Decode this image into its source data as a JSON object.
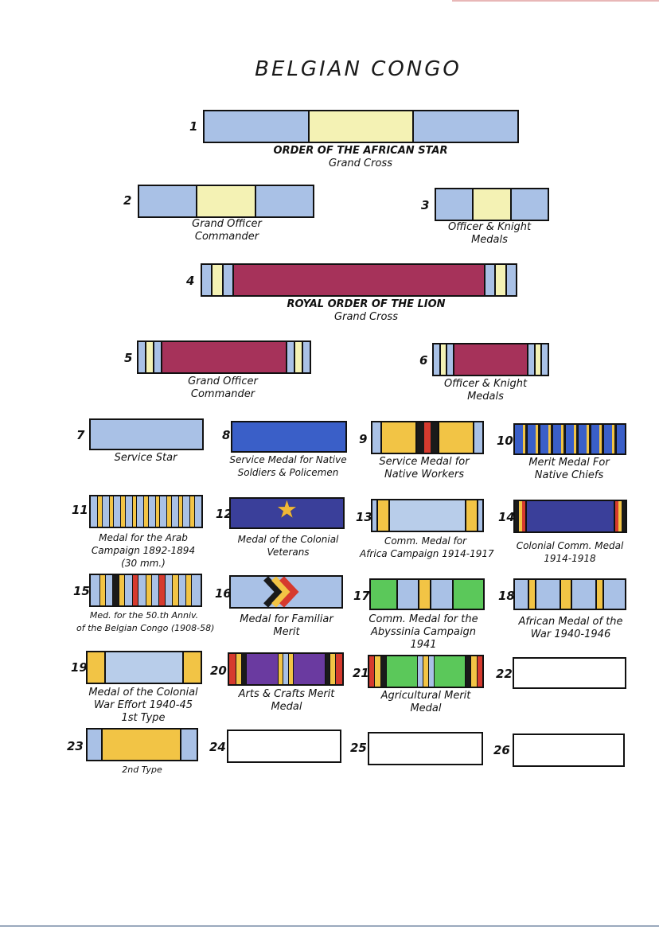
{
  "title": "BELGIAN CONGO",
  "ribbons": [
    {
      "num": "1",
      "caption": [
        "ORDER OF THE AFRICAN STAR",
        "Grand Cross"
      ]
    },
    {
      "num": "2",
      "caption": [
        "Grand Officer",
        "Commander"
      ]
    },
    {
      "num": "3",
      "caption": [
        "Officer & Knight",
        "Medals"
      ]
    },
    {
      "num": "4",
      "caption": [
        "ROYAL ORDER OF THE LION",
        "Grand Cross"
      ]
    },
    {
      "num": "5",
      "caption": [
        "Grand Officer",
        "Commander"
      ]
    },
    {
      "num": "6",
      "caption": [
        "Officer & Knight",
        "Medals"
      ]
    },
    {
      "num": "7",
      "caption": [
        "Service Star"
      ]
    },
    {
      "num": "8",
      "caption": [
        "Service Medal for Native",
        "Soldiers & Policemen"
      ]
    },
    {
      "num": "9",
      "caption": [
        "Service Medal for",
        "Native Workers"
      ]
    },
    {
      "num": "10",
      "caption": [
        "Merit Medal For",
        "Native Chiefs"
      ]
    },
    {
      "num": "11",
      "caption": [
        "Medal for the Arab",
        "Campaign 1892-1894",
        "(30 mm.)"
      ]
    },
    {
      "num": "12",
      "caption": [
        "Medal of the Colonial",
        "Veterans"
      ]
    },
    {
      "num": "13",
      "caption": [
        "Comm. Medal for",
        "Africa Campaign 1914-1917"
      ]
    },
    {
      "num": "14",
      "caption": [
        "Colonial Comm. Medal",
        "1914-1918"
      ]
    },
    {
      "num": "15",
      "caption": [
        "Med. for the 50.th Anniv.",
        "of the Belgian Congo (1908-58)"
      ]
    },
    {
      "num": "16",
      "caption": [
        "Medal for Familiar",
        "Merit"
      ]
    },
    {
      "num": "17",
      "caption": [
        "Comm. Medal for the",
        "Abyssinia Campaign",
        "1941"
      ]
    },
    {
      "num": "18",
      "caption": [
        "African Medal of the",
        "War 1940-1946"
      ]
    },
    {
      "num": "19",
      "caption": [
        "Medal of the Colonial",
        "War Effort 1940-45",
        "1st Type"
      ]
    },
    {
      "num": "20",
      "caption": [
        "Arts & Crafts Merit",
        "Medal"
      ]
    },
    {
      "num": "21",
      "caption": [
        "Agricultural Merit",
        "Medal"
      ]
    },
    {
      "num": "22",
      "caption": []
    },
    {
      "num": "23",
      "caption": [
        "2nd Type"
      ]
    },
    {
      "num": "24",
      "caption": []
    },
    {
      "num": "25",
      "caption": []
    },
    {
      "num": "26",
      "caption": []
    }
  ],
  "colors": {
    "light_blue": "#a9c1e6",
    "pale_yellow": "#f4f2b4",
    "maroon": "#a6325a",
    "navy": "#3a3f9a",
    "royal_blue": "#3a5fc8",
    "gold": "#f2c445",
    "black": "#1a1a1a",
    "red": "#d63a2e",
    "green": "#5bc85a",
    "purple": "#6a3aa0"
  }
}
